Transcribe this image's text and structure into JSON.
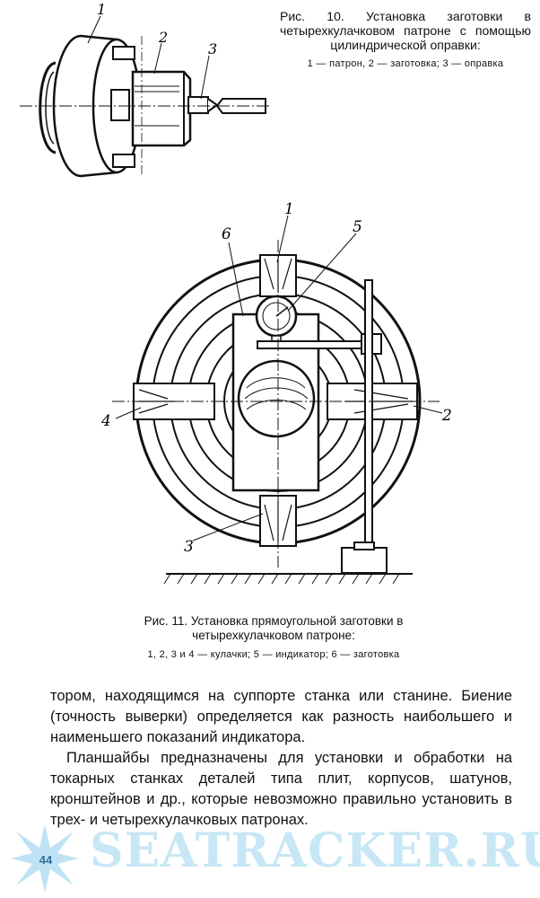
{
  "figure10": {
    "caption_title": "Рис. 10. Установка заготовки в четырехкулачковом патроне с помощью цилиндрической оправки:",
    "caption_legend": "1 — патрон,   2 — заготовка;   3 — оправка",
    "labels": {
      "l1": "1",
      "l2": "2",
      "l3": "3"
    }
  },
  "figure11": {
    "caption_title": "Рис. 11. Установка прямоугольной заготовки в четырехкулачковом патроне:",
    "caption_legend": "1, 2, 3 и 4 — кулачки;  5 — индикатор;  6 — заготовка",
    "labels": {
      "l1": "1",
      "l2": "2",
      "l3": "3",
      "l4": "4",
      "l5": "5",
      "l6": "6"
    }
  },
  "body": {
    "p1": "тором, находящимся на суппорте станка или станине. Биение (точность выверки) определяется как разность наибольшего и наименьшего показаний индикатора.",
    "p2": "Планшайбы предназначены для установки и обработки на токарных станках деталей типа плит, корпусов, шатунов, кронштейнов и др., которые невозможно правильно установить в трех- и четырехкулачковых патронах."
  },
  "page_number": "44",
  "watermark": "SEATRACKER.RU"
}
